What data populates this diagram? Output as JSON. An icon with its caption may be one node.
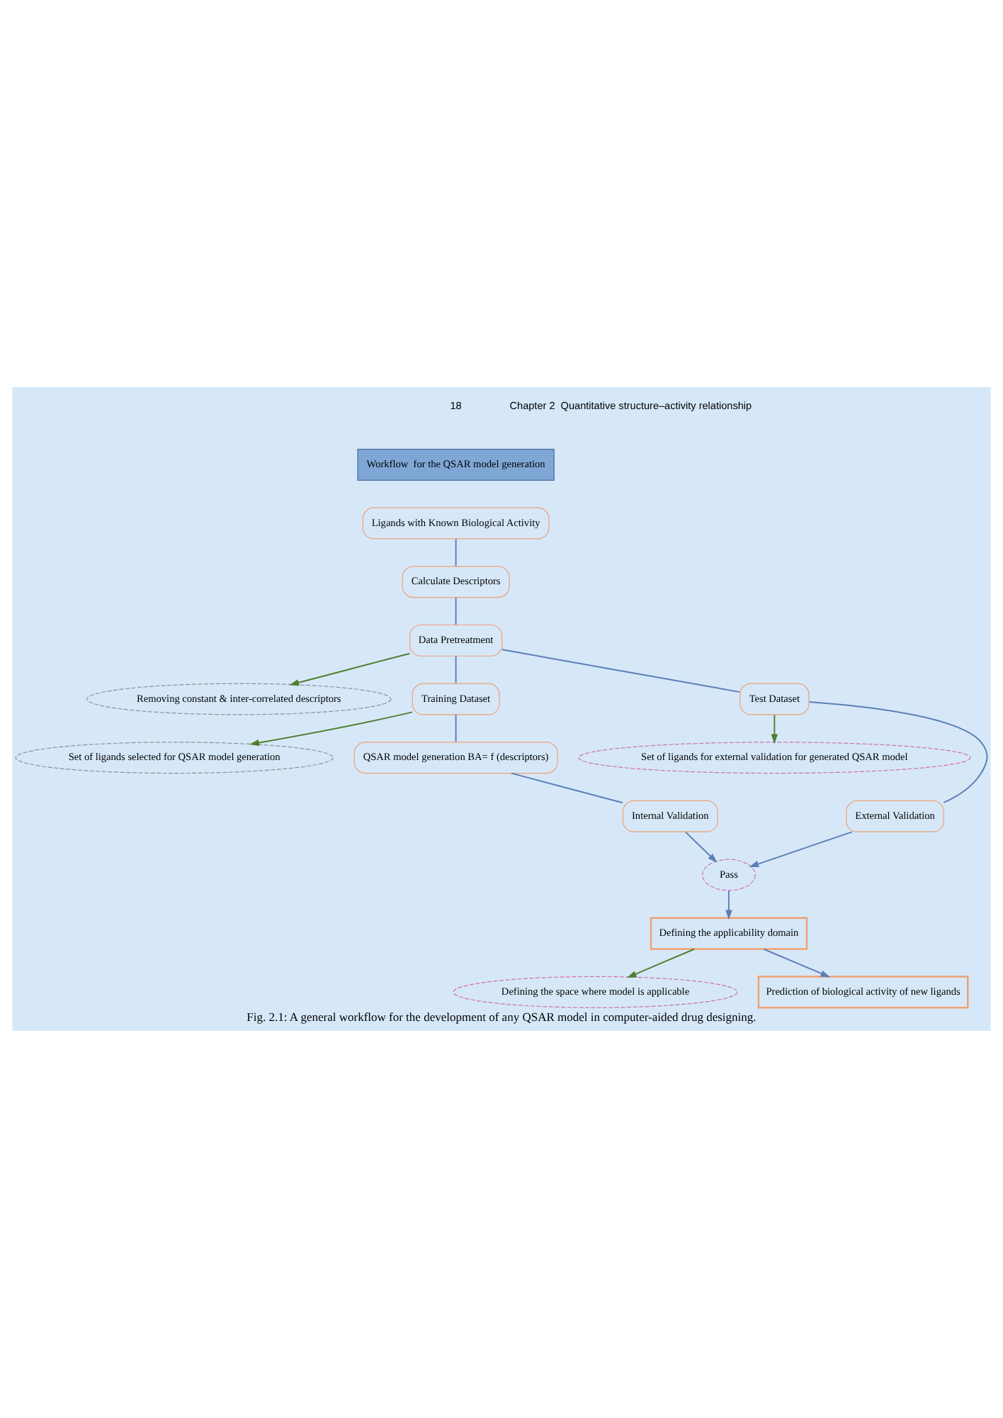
{
  "diagram": {
    "caption": "Fig. 2.1: A general workflow for the development of any QSAR model in computer-aided drug designing.",
    "nodes": [
      {
        "text": [
          "Workflow  for the QSAR model generation"
        ]
      },
      {
        "text": [
          "Ligands with Known Biological Activity"
        ]
      },
      {
        "text": [
          "Calculate Descriptors"
        ]
      },
      {
        "text": [
          "Data Pretreatment"
        ]
      },
      {
        "text": [
          "Removing constant & inter-correlated descriptors"
        ]
      },
      {
        "text": [
          "Training Dataset"
        ]
      },
      {
        "text": [
          "Test Dataset"
        ]
      },
      {
        "text": [
          "Set of ligands selected for QSAR model generation"
        ]
      },
      {
        "text": [
          "QSAR model generation BA= f (descriptors)"
        ]
      },
      {
        "text": [
          "Internal Validation"
        ]
      },
      {
        "text": [
          "Set of ligands for external validation for generated QSAR model"
        ]
      },
      {
        "text": [
          "External Validation"
        ]
      },
      {
        "text": [
          "Pass"
        ]
      },
      {
        "text": [
          "Defining the applicability domain"
        ]
      },
      {
        "text": [
          "Defining the space where model is applicable"
        ]
      },
      {
        "text": [
          "Prediction of biological activity of new ligands"
        ]
      }
    ],
    "edges": [
      {
        "from": 1,
        "to": 2,
        "arrow": "none"
      },
      {
        "from": 2,
        "to": 3,
        "arrow": "none"
      },
      {
        "from": 3,
        "to": 4,
        "arrow": "to",
        "color": "#4f7f2f"
      },
      {
        "from": 3,
        "to": 5,
        "arrow": "none"
      },
      {
        "from": 3,
        "to": 6,
        "arrow": "none"
      },
      {
        "from": 5,
        "to": 7,
        "arrow": "to",
        "color": "#4f7f2f"
      },
      {
        "from": 5,
        "to": 8,
        "arrow": "none"
      },
      {
        "from": 8,
        "to": 9,
        "arrow": "none"
      },
      {
        "from": 6,
        "to": 10,
        "arrow": "to",
        "color": "#4f7f2f"
      },
      {
        "from": 6,
        "to": 11,
        "arrow": "none"
      },
      {
        "from": 11,
        "to": 12,
        "arrow": "to"
      },
      {
        "from": 9,
        "to": 12,
        "arrow": "to"
      },
      {
        "from": 12,
        "to": 13,
        "arrow": "to"
      },
      {
        "from": 13,
        "to": 14,
        "arrow": "to",
        "color": "#4f7f2f"
      },
      {
        "from": 13,
        "to": 15,
        "arrow": "to"
      }
    ],
    "labels": [
      "18",
      "Chapter 2  Quantitative structure–activity relationship"
    ]
  }
}
